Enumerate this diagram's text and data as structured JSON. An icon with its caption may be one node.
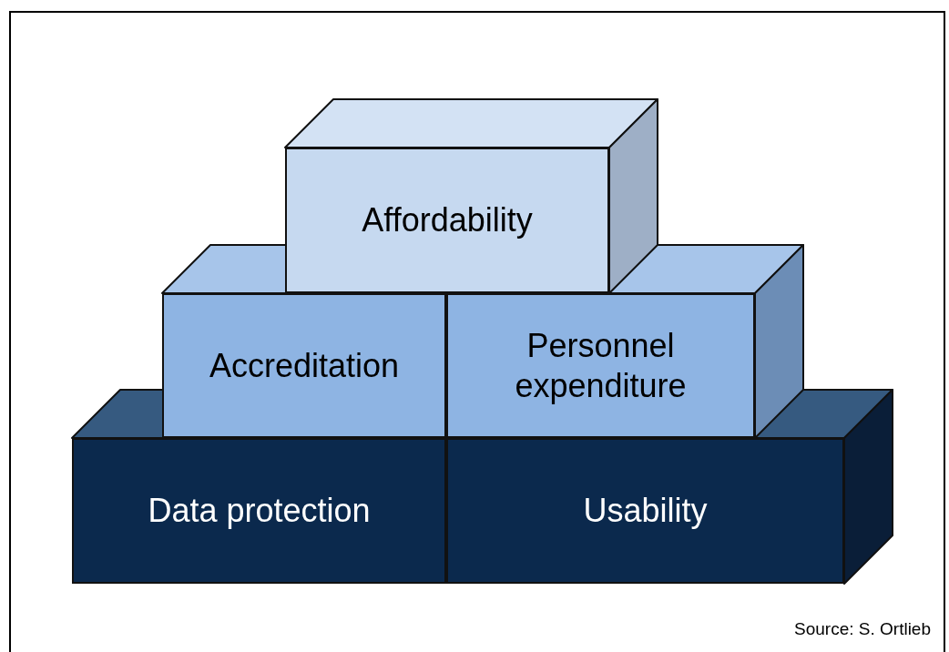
{
  "diagram": {
    "nodes": [
      {
        "text": [
          "Affordability"
        ]
      },
      {
        "text": [
          "Accreditation"
        ]
      },
      {
        "text": [
          "Personnel expenditure"
        ]
      },
      {
        "text": [
          "Data protection"
        ]
      },
      {
        "text": [
          "Usability"
        ]
      }
    ],
    "labels": [
      "Source: S. Ortlieb"
    ]
  }
}
